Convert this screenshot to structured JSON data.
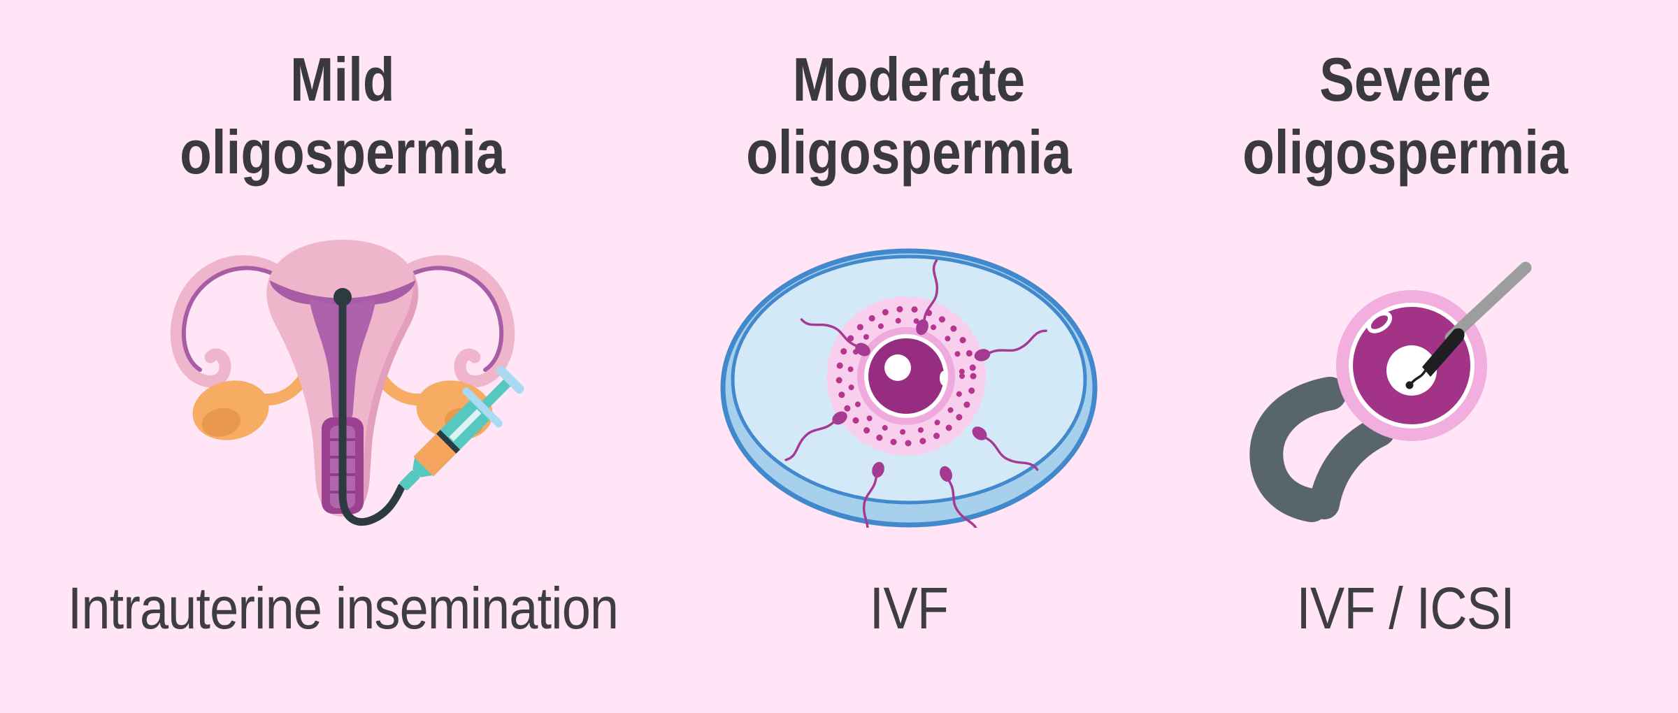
{
  "page": {
    "description": "Infographic of fertility treatments recommended for each grade of oligospermia"
  },
  "columns": [
    {
      "id": "mild",
      "title_line1": "Mild",
      "title_line2": "oligospermia",
      "label": "Intrauterine insemination",
      "icon": "uterus-insemination-icon"
    },
    {
      "id": "moderate",
      "title_line1": "Moderate",
      "title_line2": "oligospermia",
      "label": "IVF",
      "icon": "petri-dish-ivf-icon"
    },
    {
      "id": "severe",
      "title_line1": "Severe",
      "title_line2": "oligospermia",
      "label": "IVF / ICSI",
      "icon": "icsi-injection-icon"
    }
  ],
  "colors": {
    "background": "#ffe5f6",
    "heading_text": "#3a3a3c",
    "label_text": "#3e3e40",
    "uterus_pink": "#eeb5cb",
    "uterus_pink_dark": "#e2a0bd",
    "uterus_purple": "#ad62ab",
    "uterus_purple_deep": "#9c4191",
    "lining_purple": "#a85ca6",
    "canal_purple": "#b066ad",
    "canal_ridge": "#8f3c8a",
    "ovary_orange": "#f6ac63",
    "ovary_orange_dark": "#e9994d",
    "catheter_dark": "#2e3a41",
    "syringe_teal": "#56c8c0",
    "syringe_blue": "#aadaf3",
    "syringe_orange": "#f6a55e",
    "dish_border": "#4288cc",
    "dish_fill": "#d3e9f8",
    "dish_rim": "#a6d0ec",
    "egg_dark": "#962d81",
    "egg_ring": "#efa9dd",
    "corona_pink": "#f8d0ed",
    "dot_magenta": "#b5358f",
    "sperm_magenta": "#a63a92",
    "icsi_egg": "#a23387",
    "icsi_halo": "#f2aede",
    "needle_gray": "#9d9d9d",
    "needle_dark": "#1f1f23",
    "pipette_slate": "#59656d",
    "white": "#ffffff"
  }
}
